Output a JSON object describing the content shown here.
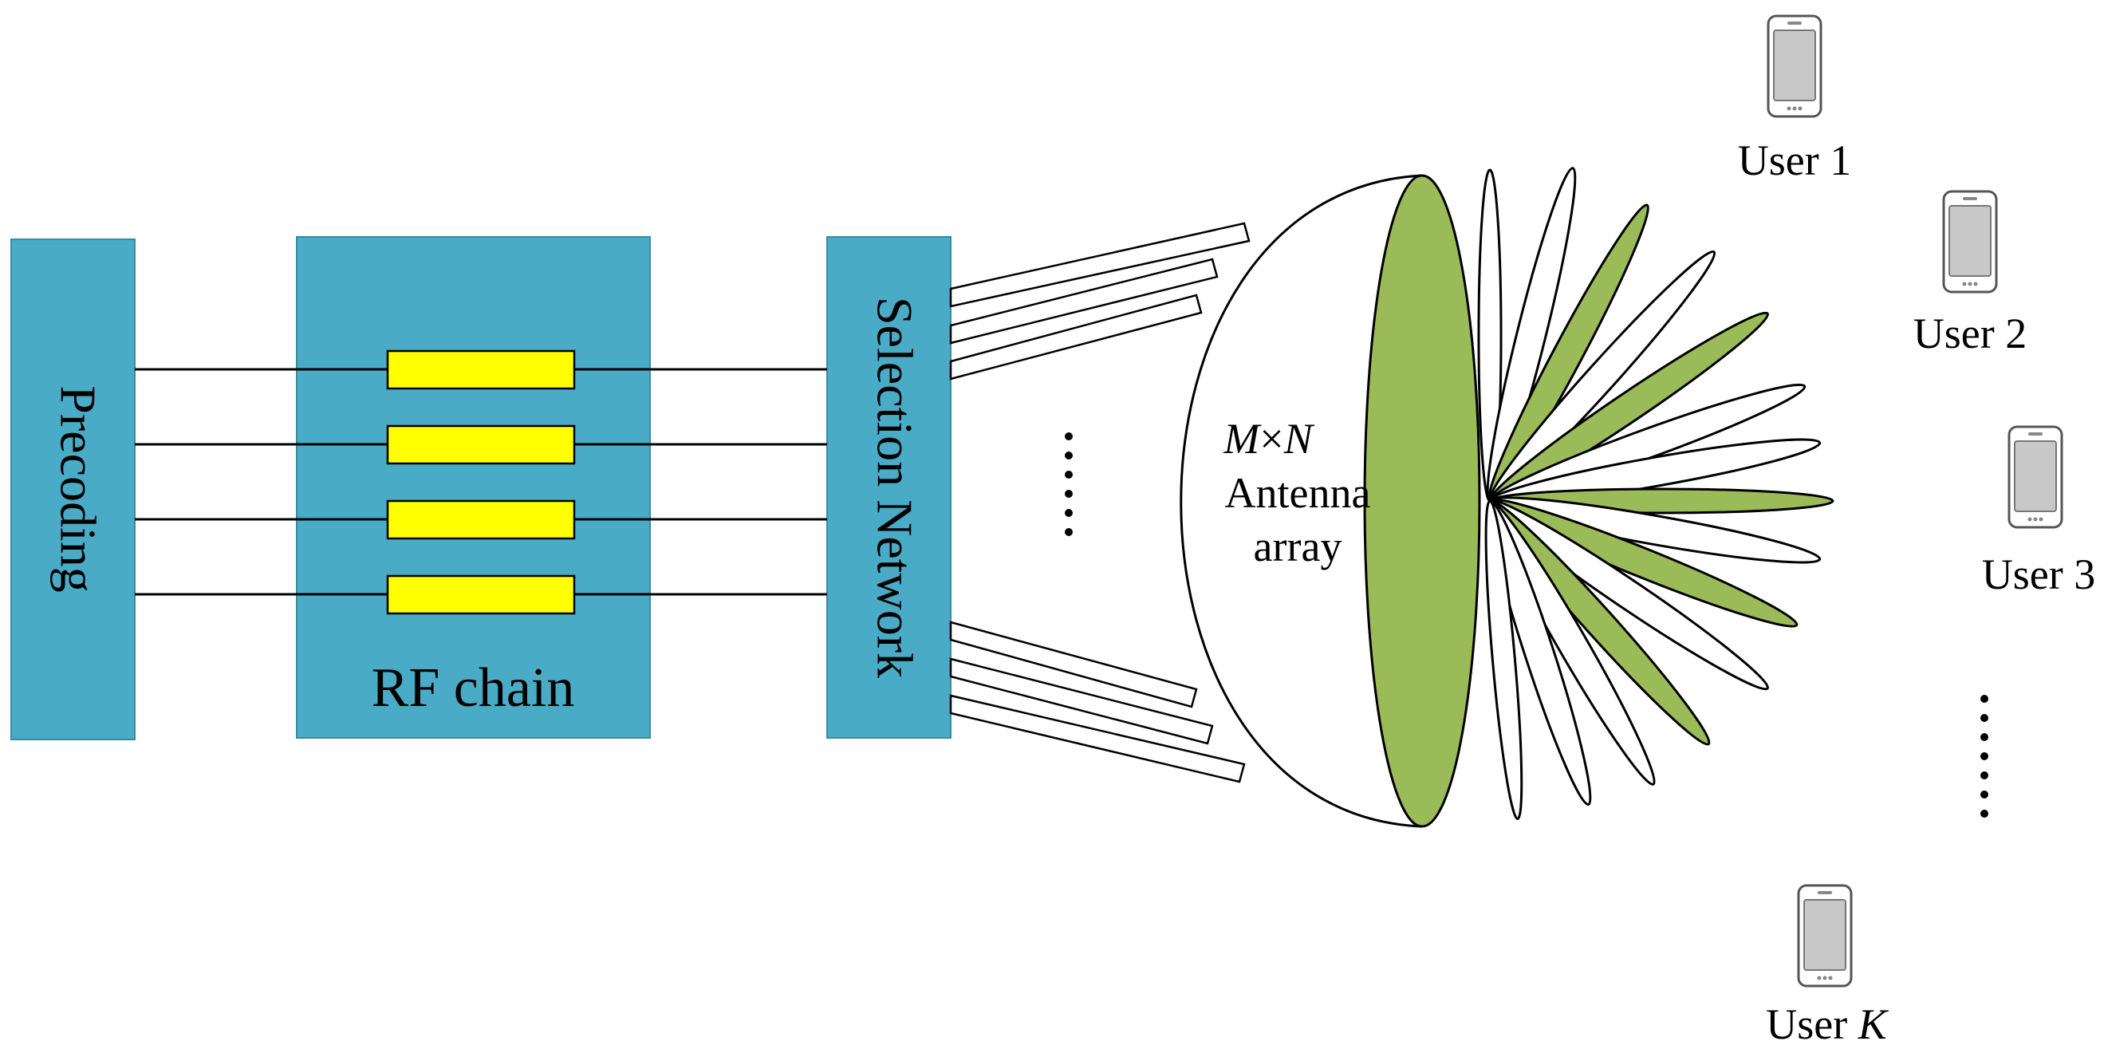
{
  "blocks": {
    "precoding": "Precoding",
    "rf_chain": "RF chain",
    "selection_network": "Selection Network"
  },
  "antenna": {
    "size_m": "M",
    "size_times": "×",
    "size_n": "N",
    "line2": "Antenna",
    "line3": "array"
  },
  "users": [
    {
      "prefix": "User",
      "index": "1"
    },
    {
      "prefix": "User",
      "index": "2"
    },
    {
      "prefix": "User",
      "index": "3"
    },
    {
      "prefix": "User",
      "index": "K"
    }
  ],
  "colors": {
    "block": "#4aabc6",
    "amplifier": "#ffff00",
    "antenna_face": "#9bbb59",
    "beam_active": "#9bbb59",
    "beam_inactive": "#ffffff"
  },
  "rf_chain_count": 4,
  "beam_count": 15
}
